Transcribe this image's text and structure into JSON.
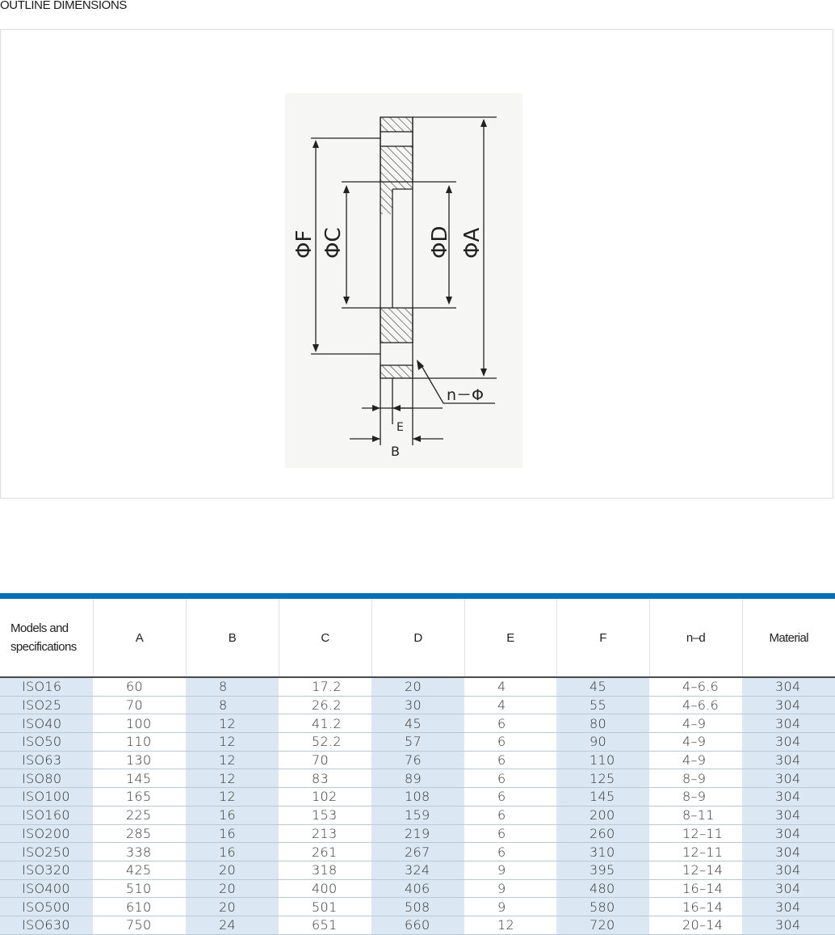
{
  "page": {
    "section_title": "OUTLINE DIMENSIONS"
  },
  "diagram": {
    "labels": {
      "f": "ΦF",
      "c": "ΦC",
      "d": "ΦD",
      "a": "ΦA",
      "e": "E",
      "b": "B",
      "nphi": "n－Φ"
    }
  },
  "table": {
    "headers": [
      "Models and specifications",
      "A",
      "B",
      "C",
      "D",
      "E",
      "F",
      "n–d",
      "Material"
    ],
    "rows": [
      [
        "ISO16",
        "60",
        "8",
        "17.2",
        "20",
        "4",
        "45",
        "4–6.6",
        "304"
      ],
      [
        "ISO25",
        "70",
        "8",
        "26.2",
        "30",
        "4",
        "55",
        "4–6.6",
        "304"
      ],
      [
        "ISO40",
        "100",
        "12",
        "41.2",
        "45",
        "6",
        "80",
        "4–9",
        "304"
      ],
      [
        "ISO50",
        "110",
        "12",
        "52.2",
        "57",
        "6",
        "90",
        "4–9",
        "304"
      ],
      [
        "ISO63",
        "130",
        "12",
        "70",
        "76",
        "6",
        "110",
        "4–9",
        "304"
      ],
      [
        "ISO80",
        "145",
        "12",
        "83",
        "89",
        "6",
        "125",
        "8–9",
        "304"
      ],
      [
        "ISO100",
        "165",
        "12",
        "102",
        "108",
        "6",
        "145",
        "8–9",
        "304"
      ],
      [
        "ISO160",
        "225",
        "16",
        "153",
        "159",
        "6",
        "200",
        "8–11",
        "304"
      ],
      [
        "ISO200",
        "285",
        "16",
        "213",
        "219",
        "6",
        "260",
        "12–11",
        "304"
      ],
      [
        "ISO250",
        "338",
        "16",
        "261",
        "267",
        "6",
        "310",
        "12–11",
        "304"
      ],
      [
        "ISO320",
        "425",
        "20",
        "318",
        "324",
        "9",
        "395",
        "12–14",
        "304"
      ],
      [
        "ISO400",
        "510",
        "20",
        "400",
        "406",
        "9",
        "480",
        "16–14",
        "304"
      ],
      [
        "ISO500",
        "610",
        "20",
        "501",
        "508",
        "9",
        "580",
        "16–14",
        "304"
      ],
      [
        "ISO630",
        "750",
        "24",
        "651",
        "660",
        "12",
        "720",
        "20–14",
        "304"
      ]
    ]
  },
  "colors": {
    "accent_bar": "#0a6fb3",
    "shaded_column": "#dbe7f2",
    "row_rule": "#b9c9d6"
  }
}
